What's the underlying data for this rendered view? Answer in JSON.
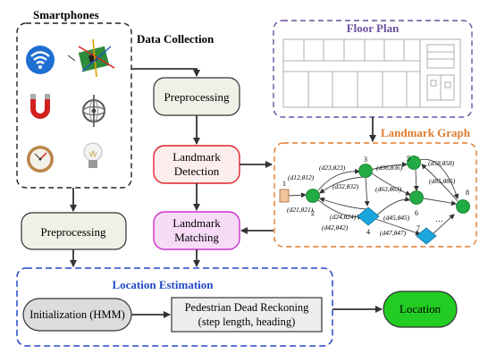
{
  "groups": {
    "smartphones": "Smartphones",
    "data_collection": "Data Collection",
    "floor_plan": "Floor Plan",
    "landmark_graph": "Landmark Graph",
    "location_estimation": "Location Estimation"
  },
  "boxes": {
    "preprocessing_top": "Preprocessing",
    "landmark_detection_l1": "Landmark",
    "landmark_detection_l2": "Detection",
    "landmark_matching_l1": "Landmark",
    "landmark_matching_l2": "Matching",
    "preprocessing_left": "Preprocessing",
    "initialization": "Initialization (HMM)",
    "pdr_l1": "Pedestrian Dead Reckoning",
    "pdr_l2": "(step length, heading)",
    "location": "Location"
  },
  "sensor_icons": [
    "wifi-icon",
    "imu-board-icon",
    "magnet-icon",
    "gyroscope-icon",
    "barometer-icon",
    "light-bulb-icon"
  ],
  "graph": {
    "node_labels": [
      "1",
      "2",
      "3",
      "4",
      "5",
      "6",
      "7",
      "8"
    ],
    "edge_labels": {
      "d12": "(d12,θ12)",
      "d21": "(d21,θ21)",
      "d23": "(d23,θ23)",
      "d32": "(d32,θ32)",
      "d36": "(d36,θ36)",
      "d63": "(d63,θ63)",
      "d24": "(d24,θ24)",
      "d42": "(d42,θ42)",
      "d45": "(d45,θ45)",
      "d47": "(d47,θ47)",
      "d58": "(d58,θ58)",
      "d85": "(d85,θ85)",
      "ellipsis": "…"
    }
  },
  "colors": {
    "smartphones_border": "#222222",
    "floor_plan_border": "#6b4fa0",
    "landmark_graph_border": "#e07a2a",
    "location_estimation_border": "#2348c8",
    "preprocessing_fill": "#eef1e6",
    "landmark_detection_border": "#e0222a",
    "landmark_detection_fill": "#fdeeee",
    "landmark_matching_border": "#cc33cc",
    "landmark_matching_fill": "#f6dcf6",
    "location_fill": "#22cc22",
    "graph_node_green": "#22aa44",
    "graph_node_blue": "#1aa6dd",
    "graph_node_orange": "#f3c39a"
  }
}
